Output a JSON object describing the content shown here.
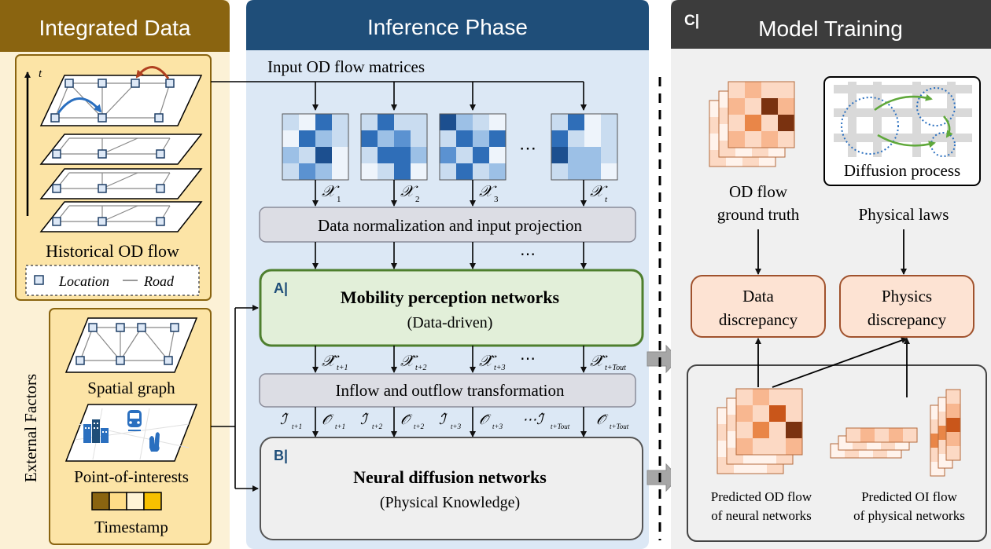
{
  "panels": {
    "integrated_data": {
      "title": "Integrated Data",
      "historical_label": "Historical OD flow",
      "legend_location": "Location",
      "legend_road": "Road",
      "axis_t": "t",
      "external_factors": "External Factors",
      "spatial_graph": "Spatial graph",
      "poi": "Point-of-interests",
      "timestamp": "Timestamp"
    },
    "inference": {
      "title": "Inference Phase",
      "input_label": "Input OD flow matrices",
      "matrix_labels": [
        "𝒳",
        "𝒳",
        "𝒳",
        "𝒳"
      ],
      "matrix_subs": [
        "1",
        "2",
        "3",
        "t"
      ],
      "ellipsis": "⋯",
      "normalization": "Data normalization and input projection",
      "module_a_tag": "A|",
      "module_a_title": "Mobility perception networks",
      "module_a_sub": "(Data-driven)",
      "pred_labels": [
        "𝒳̂",
        "𝒳̂",
        "𝒳̂",
        "𝒳̂"
      ],
      "pred_subs": [
        "t+1",
        "t+2",
        "t+3",
        "t+Tout"
      ],
      "transform": "Inflow and outflow transformation",
      "io_labels": [
        "ℐ̂",
        "𝒪̂",
        "ℐ̂",
        "𝒪̂",
        "ℐ̂",
        "𝒪̂",
        "⋯ℐ̂",
        "𝒪̂"
      ],
      "io_subs": [
        "t+1",
        "t+1",
        "t+2",
        "t+2",
        "t+3",
        "t+3",
        "t+Tout",
        "t+Tout"
      ],
      "module_b_tag": "B|",
      "module_b_title": "Neural diffusion networks",
      "module_b_sub": "(Physical Knowledge)"
    },
    "training": {
      "tag": "C|",
      "title": "Model Training",
      "gt_line1": "OD flow",
      "gt_line2": "ground truth",
      "diffusion_label": "Diffusion process",
      "physical_laws": "Physical laws",
      "data_disc_1": "Data",
      "data_disc_2": "discrepancy",
      "phys_disc_1": "Physics",
      "phys_disc_2": "discrepancy",
      "pred_od_1": "Predicted OD flow",
      "pred_od_2": "of  neural networks",
      "pred_oi_1": "Predicted OI flow",
      "pred_oi_2": "of  physical networks"
    }
  },
  "colors": {
    "integrated_header": "#8a6410",
    "integrated_bg": "#fcf1d6",
    "inference_header": "#1f4e79",
    "inference_bg": "#dce8f5",
    "training_header": "#3c3c3c",
    "training_bg": "#f0f0f0",
    "module_a_fill": "#e2efd9",
    "module_a_stroke": "#4e7f2e",
    "disc_fill": "#fde3d3",
    "disc_stroke": "#a0522d"
  }
}
